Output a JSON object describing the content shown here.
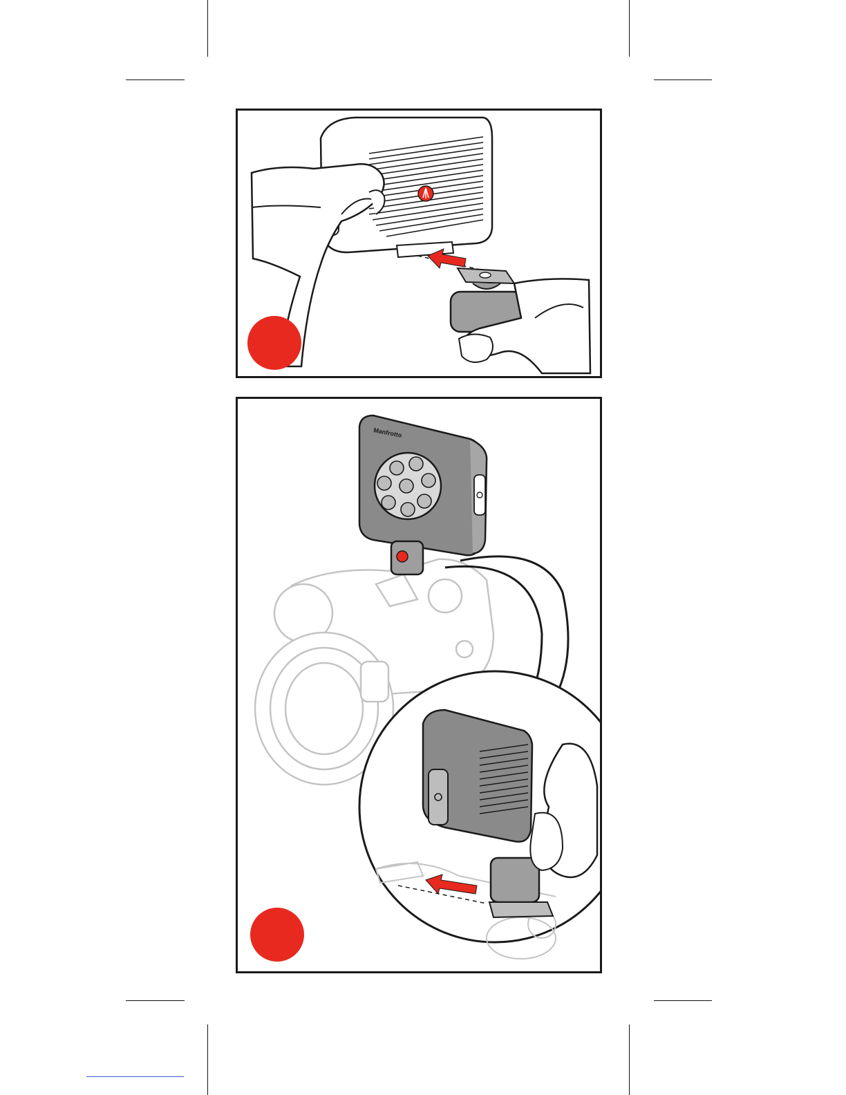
{
  "page": {
    "panels": [
      {
        "id": "step-1",
        "illustration": "light-attaching-to-shoe-mount",
        "step_marker_color": "#e8291f"
      },
      {
        "id": "step-2",
        "illustration": "light-mounted-on-camera-hot-shoe",
        "step_marker_color": "#e8291f"
      }
    ],
    "brand_text": "Manfrotto",
    "accent_color": "#e8291f"
  }
}
